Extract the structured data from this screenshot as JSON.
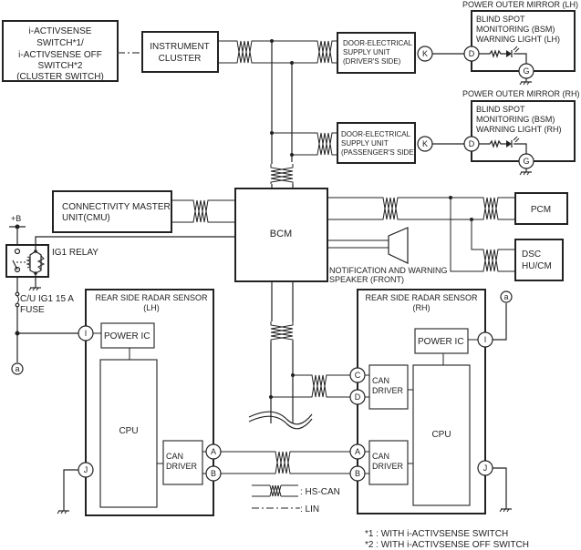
{
  "diagram": {
    "modules": {
      "switch": {
        "lines": [
          "i-ACTIVSENSE",
          "SWITCH*1/",
          "i-ACTIVSENSE OFF",
          "SWITCH*2",
          "(CLUSTER SWITCH)"
        ]
      },
      "instrument_cluster": {
        "lines": [
          "INSTRUMENT",
          "CLUSTER"
        ]
      },
      "door_driver": {
        "lines": [
          "DOOR-ELECTRICAL",
          "SUPPLY UNIT",
          "(DRIVER'S SIDE)"
        ],
        "connector": "K"
      },
      "door_passenger": {
        "lines": [
          "DOOR-ELECTRICAL",
          "SUPPLY UNIT",
          "(PASSENGER'S SIDE)"
        ],
        "connector": "K"
      },
      "mirror_lh": {
        "title": "POWER OUTER MIRROR (LH)",
        "lines": [
          "BLIND SPOT",
          "MONITORING (BSM)",
          "WARNING LIGHT (LH)"
        ],
        "connectors": [
          "D",
          "G"
        ]
      },
      "mirror_rh": {
        "title": "POWER OUTER MIRROR (RH)",
        "lines": [
          "BLIND SPOT",
          "MONITORING (BSM)",
          "WARNING LIGHT (RH)"
        ],
        "connectors": [
          "D",
          "G"
        ]
      },
      "cmu": {
        "lines": [
          "CONNECTIVITY MASTER",
          "UNIT(CMU)"
        ]
      },
      "bcm": {
        "label": "BCM"
      },
      "pcm": {
        "label": "PCM"
      },
      "dsc": {
        "lines": [
          "DSC",
          "HU/CM"
        ]
      },
      "speaker": {
        "lines": [
          "NOTIFICATION AND WARNING",
          "SPEAKER (FRONT)"
        ]
      },
      "power": {
        "plus_b": "+B",
        "relay": "IG1 RELAY",
        "fuse_lines": [
          "C/U IG1 15 A",
          "FUSE"
        ],
        "junction": "a"
      },
      "radar_lh": {
        "title": [
          "REAR SIDE RADAR SENSOR",
          "(LH)"
        ],
        "power_ic": "POWER IC",
        "cpu": "CPU",
        "can_driver": [
          "CAN",
          "DRIVER"
        ],
        "connectors": [
          "I",
          "J",
          "A",
          "B"
        ]
      },
      "radar_rh": {
        "title": [
          "REAR SIDE RADAR SENSOR",
          "(RH)"
        ],
        "power_ic": "POWER IC",
        "cpu": "CPU",
        "can_driver_1": [
          "CAN",
          "DRIVER"
        ],
        "can_driver_2": [
          "CAN",
          "DRIVER"
        ],
        "connectors": [
          "C",
          "D",
          "A",
          "B",
          "I",
          "J"
        ],
        "junction": "a"
      }
    },
    "legend": [
      {
        "symbol": "twisted-pair",
        "label": ": HS-CAN"
      },
      {
        "symbol": "dash-dot",
        "label": ": LIN"
      }
    ],
    "footnotes": [
      "*1 : WITH i-ACTIVSENSE SWITCH",
      "*2 : WITH i-ACTIVSENSE OFF SWITCH"
    ]
  }
}
